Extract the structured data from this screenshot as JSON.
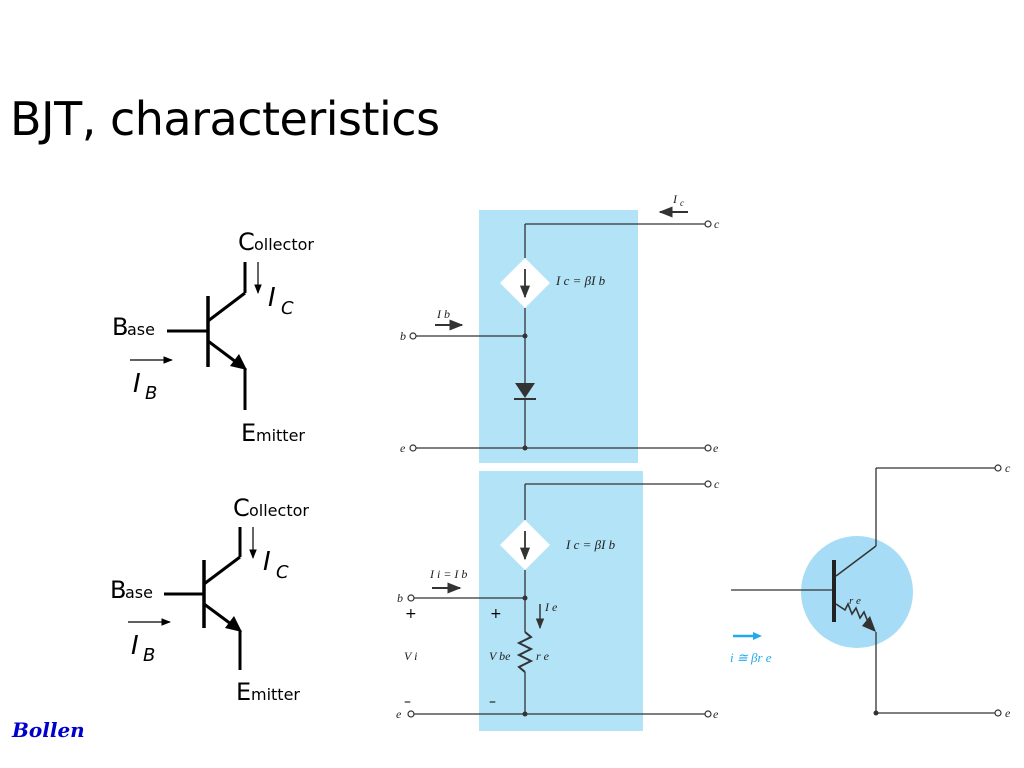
{
  "slide": {
    "title": "BJT, characteristics",
    "author": "Bollen",
    "colors": {
      "panel": "#b3e3f7",
      "circle": "#a6dcf5",
      "wire": "#333333",
      "accent_blue": "#22aaee",
      "author": "#0000cc"
    }
  },
  "symbol": {
    "collector_cap": "C",
    "collector_rest": "ollector",
    "base_cap": "B",
    "base_rest": "ase",
    "emitter_cap": "E",
    "emitter_rest": "mitter",
    "ic_main": "I",
    "ic_sub": "C",
    "ib_main": "I",
    "ib_sub": "B"
  },
  "model_top": {
    "ic_label": "I",
    "ic_sub": "c",
    "source_label": "I c = βI b",
    "ib_label": "I b",
    "node_c": "c",
    "node_b": "b",
    "node_e_left": "e",
    "node_e_right": "e"
  },
  "model_bottom": {
    "source_label": "I c = βI b",
    "ii_label": "I i = I b",
    "ie_label": "I e",
    "re_label": "r e",
    "vbe_label": "V be",
    "vi_label": "V i",
    "plus": "+",
    "minus": "–",
    "node_c": "c",
    "node_b": "b",
    "node_e_left": "e",
    "node_e_right": "e"
  },
  "model_right": {
    "re_label": "r e",
    "zi_label": "i ≅ βr e",
    "node_c": "c",
    "node_e": "e"
  }
}
